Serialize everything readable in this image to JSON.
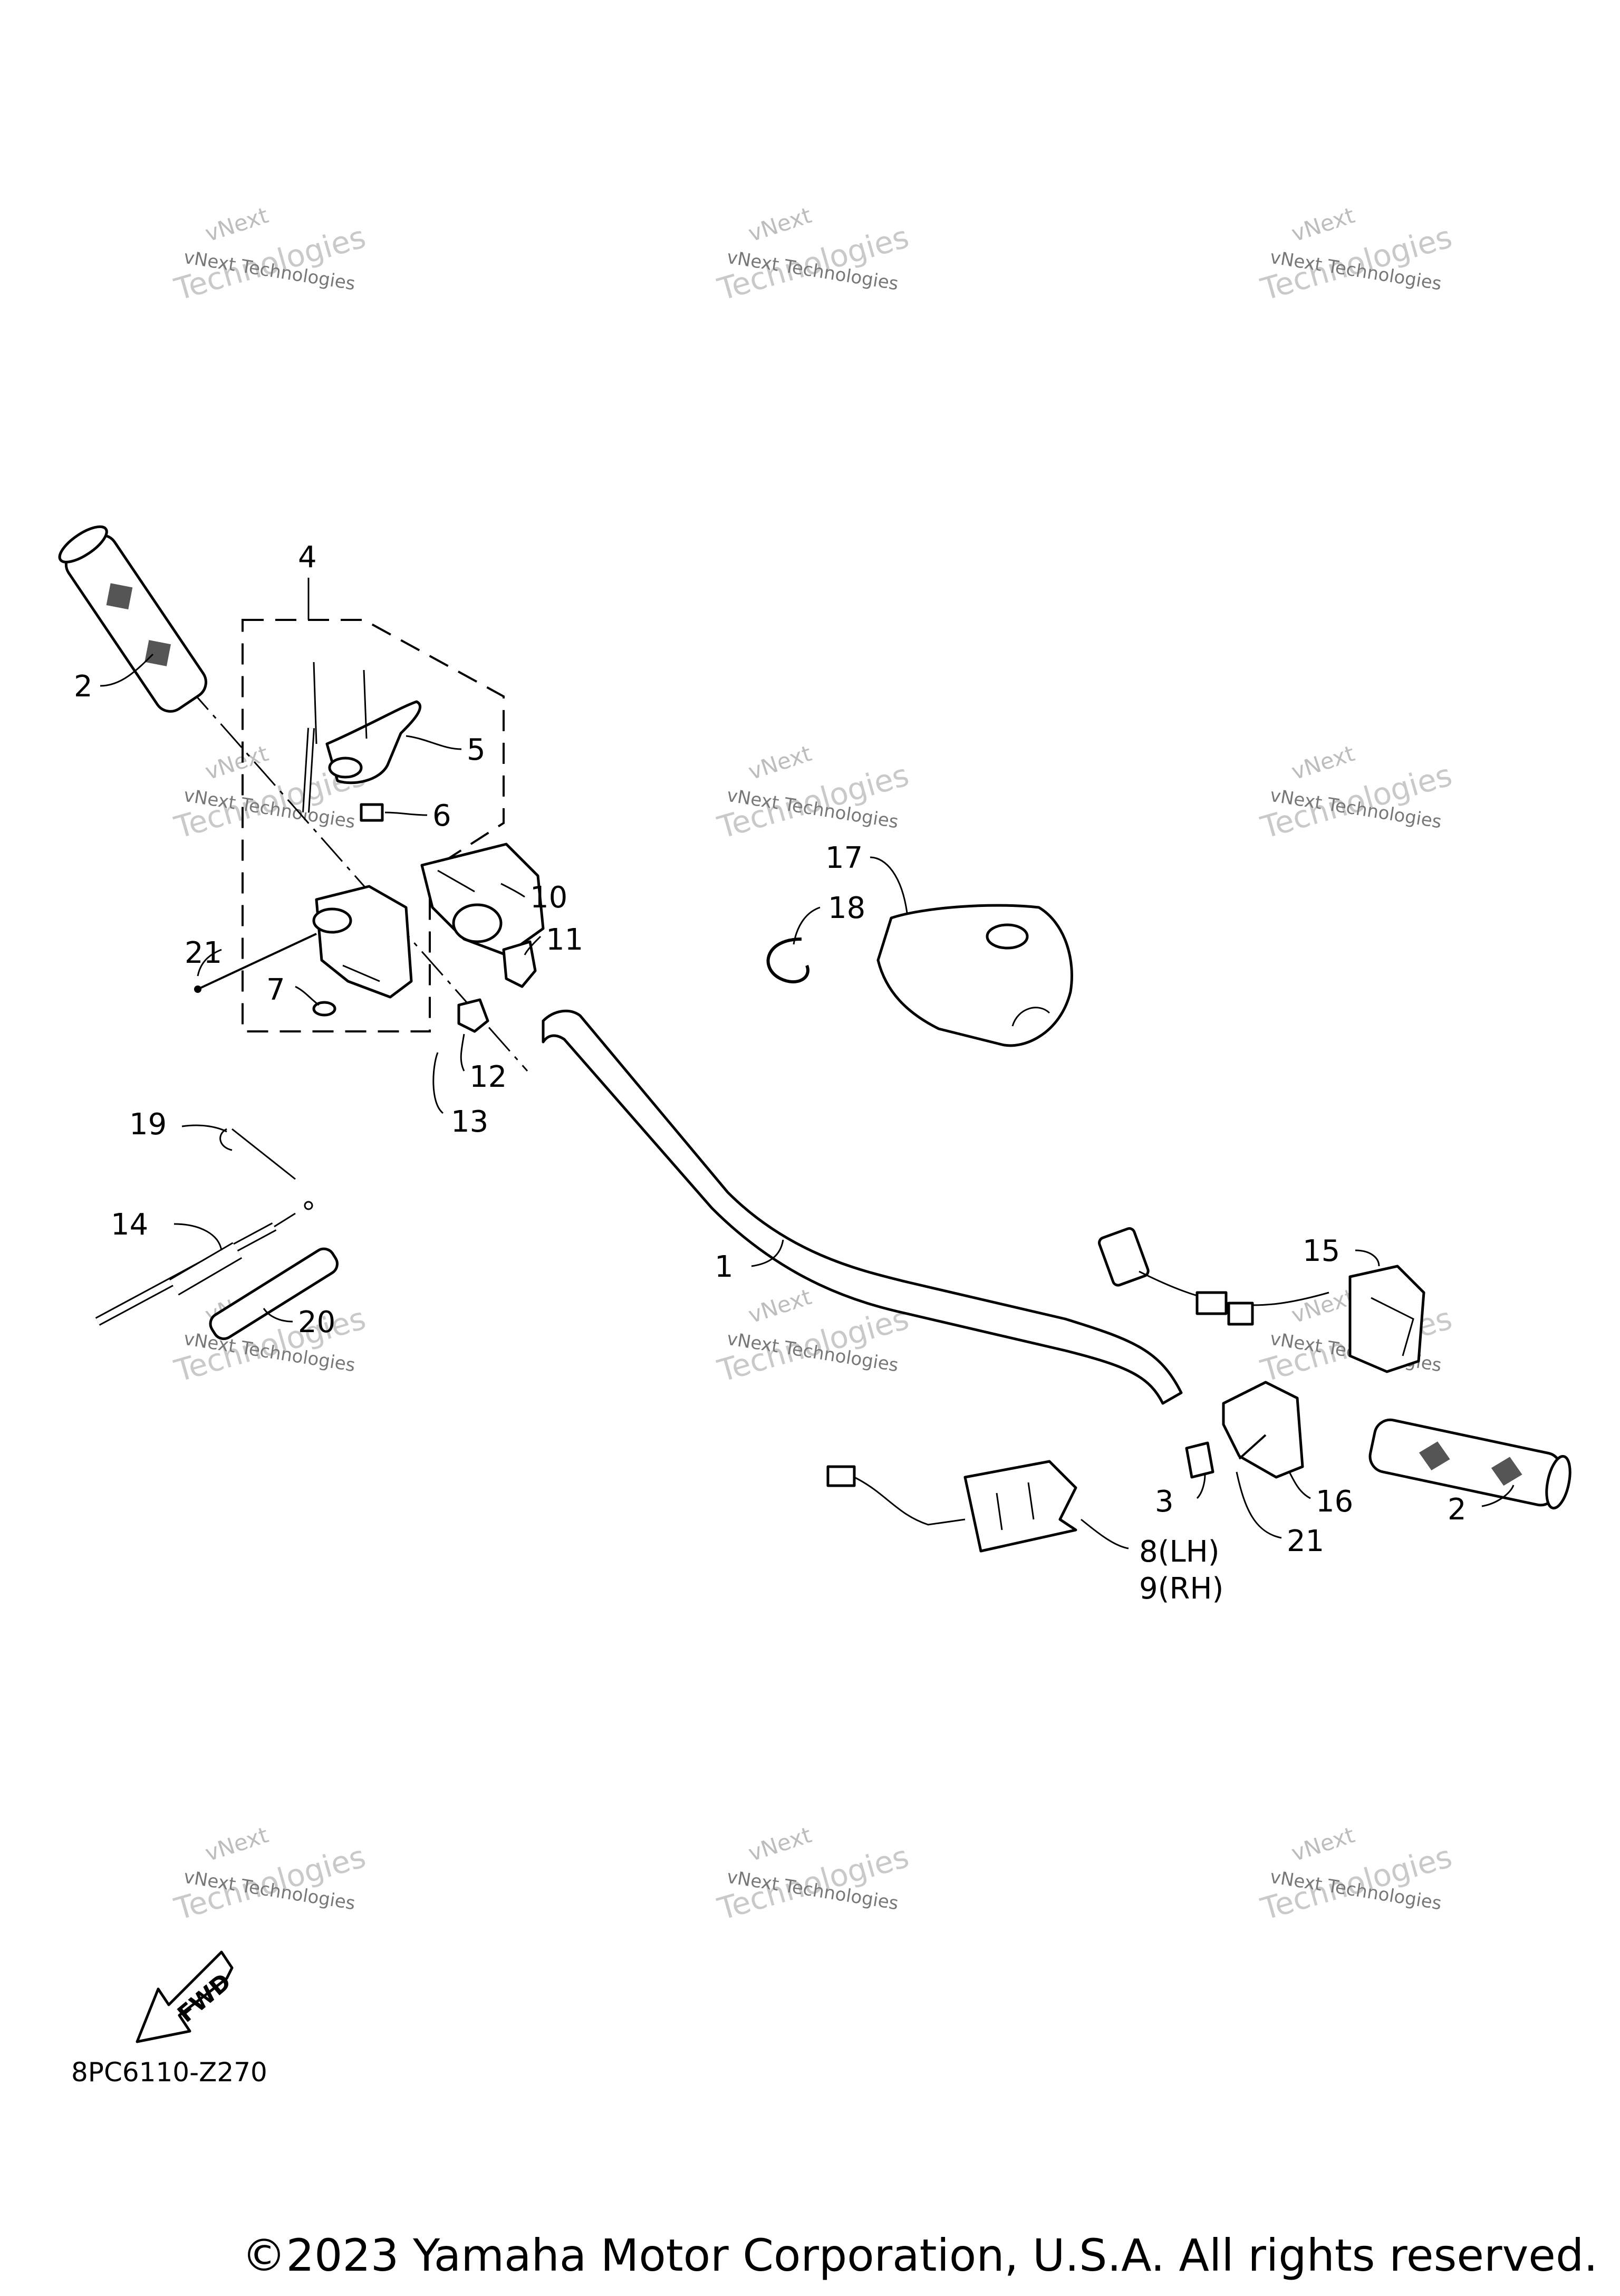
{
  "callouts": {
    "c1": "1",
    "c2a": "2",
    "c2b": "2",
    "c3": "3",
    "c4": "4",
    "c5": "5",
    "c6": "6",
    "c7": "7",
    "c8": "8(LH)",
    "c9": "9(RH)",
    "c10": "10",
    "c11": "11",
    "c12": "12",
    "c13": "13",
    "c14": "14",
    "c15": "15",
    "c16": "16",
    "c17": "17",
    "c18": "18",
    "c19": "19",
    "c20": "20",
    "c21a": "21",
    "c21b": "21"
  },
  "watermark": {
    "line1": "vNext Technologies",
    "line2": "Technologies",
    "line3": "vNext"
  },
  "diagram_code": "8PC6110-Z270",
  "fwd_label": "FWD",
  "copyright": "©2023 Yamaha Motor Corporation, U.S.A. All rights reserved."
}
